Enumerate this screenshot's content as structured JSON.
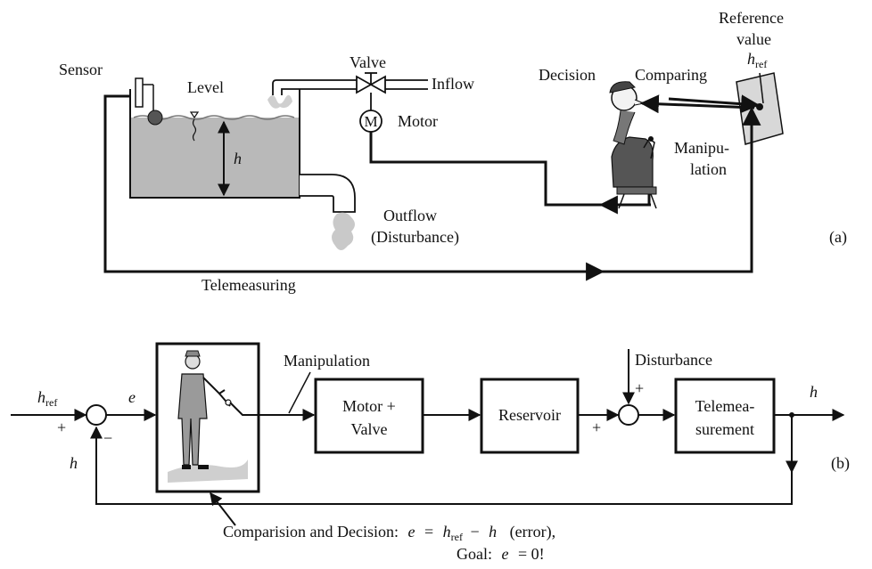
{
  "panel_a": {
    "tag": "(a)",
    "sensor": "Sensor",
    "level": "Level",
    "h": "h",
    "valve": "Valve",
    "inflow": "Inflow",
    "motor_symbol": "M",
    "motor": "Motor",
    "outflow_line1": "Outflow",
    "outflow_line2": "(Disturbance)",
    "decision": "Decision",
    "comparing": "Comparing",
    "reference_line1": "Reference",
    "reference_line2": "value",
    "href_main": "h",
    "href_sub": "ref",
    "manipulation_line1": "Manipu-",
    "manipulation_line2": "lation",
    "telemeasuring": "Telemeasuring"
  },
  "panel_b": {
    "tag": "(b)",
    "href_main": "h",
    "href_sub": "ref",
    "plus_in": "+",
    "minus_fb": "−",
    "h_fb": "h",
    "e": "e",
    "manipulation": "Manipulation",
    "block1_line1": "Motor +",
    "block1_line2": "Valve",
    "block2": "Reservoir",
    "disturbance": "Disturbance",
    "plus_top": "+",
    "plus_left": "+",
    "block3_line1": "Telemea-",
    "block3_line2": "surement",
    "h_out": "h",
    "caption_prefix": "Comparision and Decision:",
    "eq_e": "e",
    "eq_equals": "=",
    "eq_h": "h",
    "eq_sub": "ref",
    "eq_minus": "−",
    "eq_h2": "h",
    "eq_tail": "(error),",
    "goal_prefix": "Goal:",
    "goal_e": "e",
    "goal_tail": "= 0!"
  },
  "colors": {
    "line": "#111111",
    "water": "#b9b9b9",
    "water_light": "#d4d4d4",
    "pipe": "#ffffff"
  }
}
